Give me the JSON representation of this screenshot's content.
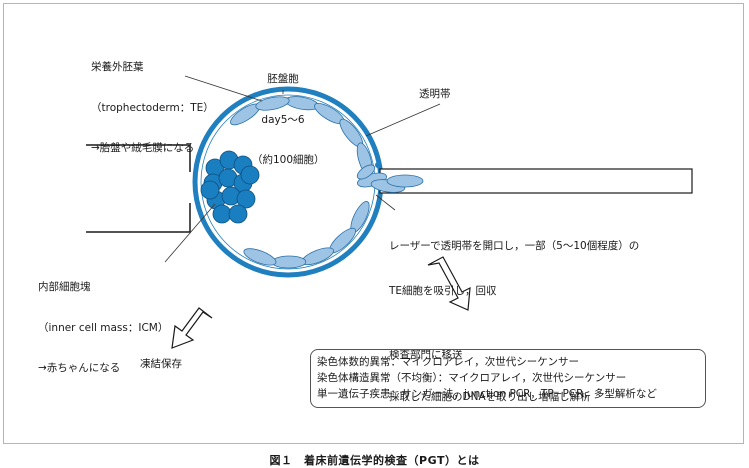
{
  "labels": {
    "trophectoderm": [
      "栄養外胚葉",
      "（trophectoderm：TE）",
      "→胎盤や絨毛膜になる"
    ],
    "blastocyst": [
      "胚盤胞",
      "day5～6",
      "（約100細胞）"
    ],
    "zona": "透明帯",
    "laser": [
      "レーザーで透明帯を開口し，一部（5～10個程度）の",
      "TE細胞を吸引し，回収"
    ],
    "icm": [
      "内部細胞塊",
      "（inner cell mass：ICM）",
      "→赤ちゃんになる"
    ],
    "lab": [
      "検査部門に移送",
      "採取した細胞のDNAを取り出し増幅し解析"
    ],
    "freeze": "凍結保存"
  },
  "tests": [
    "染色体数的異常：マイクロアレイ，次世代シーケンサー",
    "染色体構造異常（不均衡）：マイクロアレイ，次世代シーケンサー",
    "単一遺伝子疾患：サンガー法，junction PCR，TP−PCR，多型解析など"
  ],
  "caption": "図１　着床前遺伝学的検査（PGT）とは",
  "colors": {
    "zona": "#1f7fbf",
    "te_cell": "#9dc4e5",
    "icm_cell": "#1a7fc1",
    "line": "#333333"
  }
}
